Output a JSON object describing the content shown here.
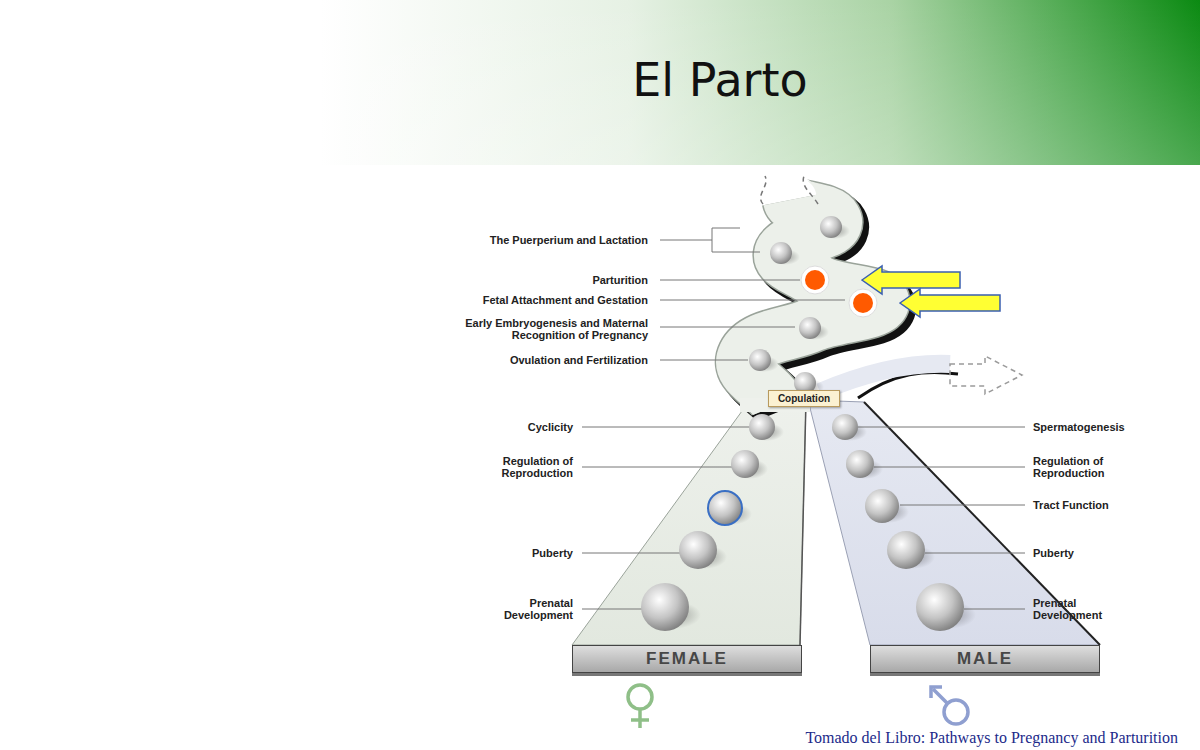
{
  "diagram": {
    "title": "El Parto",
    "caption": "Tomado del Libro: Pathways to Pregnancy and Parturition",
    "nodes": [
      {
        "text": [
          "Copulation"
        ]
      },
      {
        "text": [
          "FEMALE"
        ]
      },
      {
        "text": [
          "MALE"
        ]
      }
    ],
    "labels": [
      "The Puerperium and Lactation",
      "Parturition",
      "Fetal Attachment and Gestation",
      "Early Embryogenesis and Maternal Recognition of Pregnancy",
      "Ovulation and Fertilization",
      "Cyclicity",
      "Regulation of Reproduction",
      "Puberty",
      "Prenatal Development",
      "Spermatogenesis",
      "Regulation of Reproduction",
      "Tract Function",
      "Puberty",
      "Prenatal Development"
    ]
  }
}
